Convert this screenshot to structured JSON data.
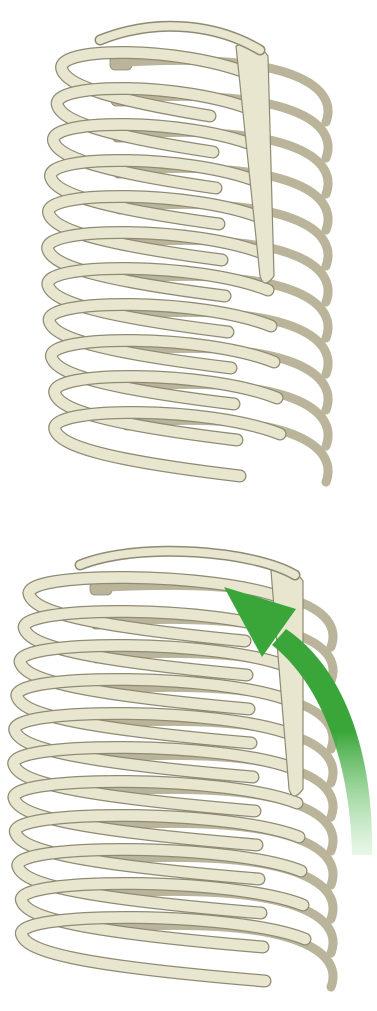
{
  "figure": {
    "panels": [
      {
        "id": "top",
        "subject": "ribcage",
        "view": "anterolateral"
      },
      {
        "id": "bottom",
        "subject": "ribcage",
        "view": "rotated",
        "indicator": "rotation-arrow"
      }
    ]
  },
  "colors": {
    "bone": "#e9e6cf",
    "bone_shadow": "#b9b49a",
    "bone_dark": "#8f8a73",
    "arrow": "#3aa63a",
    "arrow_light": "#8fd58f"
  }
}
